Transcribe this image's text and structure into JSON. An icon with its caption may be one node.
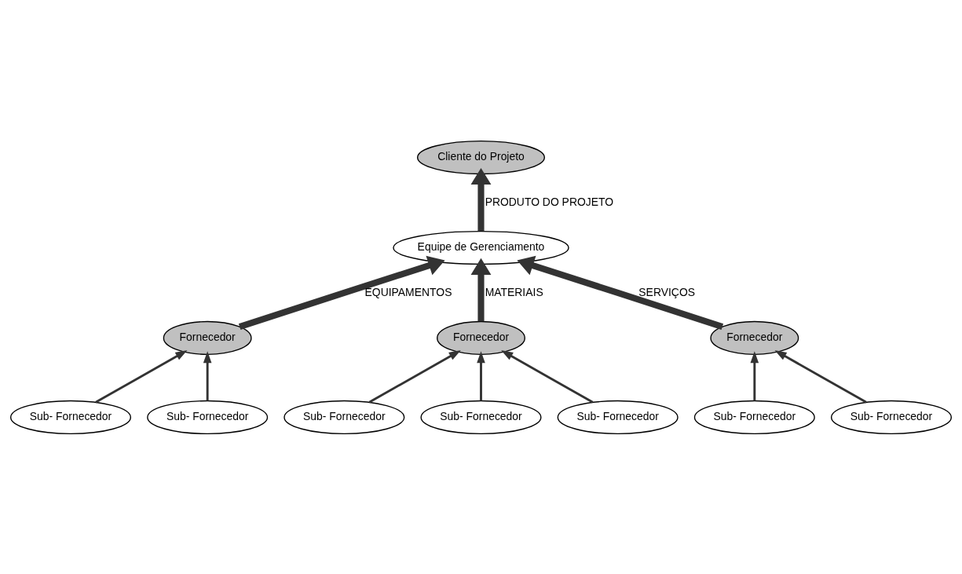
{
  "diagram": {
    "nodes": [
      {
        "text": [
          "Cliente do Projeto"
        ]
      },
      {
        "text": [
          "Equipe de Gerenciamento"
        ]
      },
      {
        "text": [
          "Fornecedor"
        ]
      },
      {
        "text": [
          "Fornecedor"
        ]
      },
      {
        "text": [
          "Fornecedor"
        ]
      },
      {
        "text": [
          "Sub- Fornecedor"
        ]
      },
      {
        "text": [
          "Sub- Fornecedor"
        ]
      },
      {
        "text": [
          "Sub- Fornecedor"
        ]
      },
      {
        "text": [
          "Sub- Fornecedor"
        ]
      },
      {
        "text": [
          "Sub- Fornecedor"
        ]
      },
      {
        "text": [
          "Sub- Fornecedor"
        ]
      },
      {
        "text": [
          "Sub- Fornecedor"
        ]
      }
    ],
    "edges": [
      {
        "from": 1,
        "to": 0,
        "arrow": "to",
        "label": "PRODUTO DO PROJETO",
        "style": "thick"
      },
      {
        "from": 2,
        "to": 1,
        "arrow": "to",
        "label": "EQUIPAMENTOS",
        "style": "thick"
      },
      {
        "from": 3,
        "to": 1,
        "arrow": "to",
        "label": "MATERIAIS",
        "style": "thick"
      },
      {
        "from": 4,
        "to": 1,
        "arrow": "to",
        "label": "SERVIÇOS",
        "style": "thick"
      },
      {
        "from": 5,
        "to": 2,
        "arrow": "to"
      },
      {
        "from": 6,
        "to": 2,
        "arrow": "to"
      },
      {
        "from": 7,
        "to": 3,
        "arrow": "to"
      },
      {
        "from": 8,
        "to": 3,
        "arrow": "to"
      },
      {
        "from": 9,
        "to": 3,
        "arrow": "to"
      },
      {
        "from": 10,
        "to": 4,
        "arrow": "to"
      },
      {
        "from": 11,
        "to": 4,
        "arrow": "to"
      }
    ]
  }
}
